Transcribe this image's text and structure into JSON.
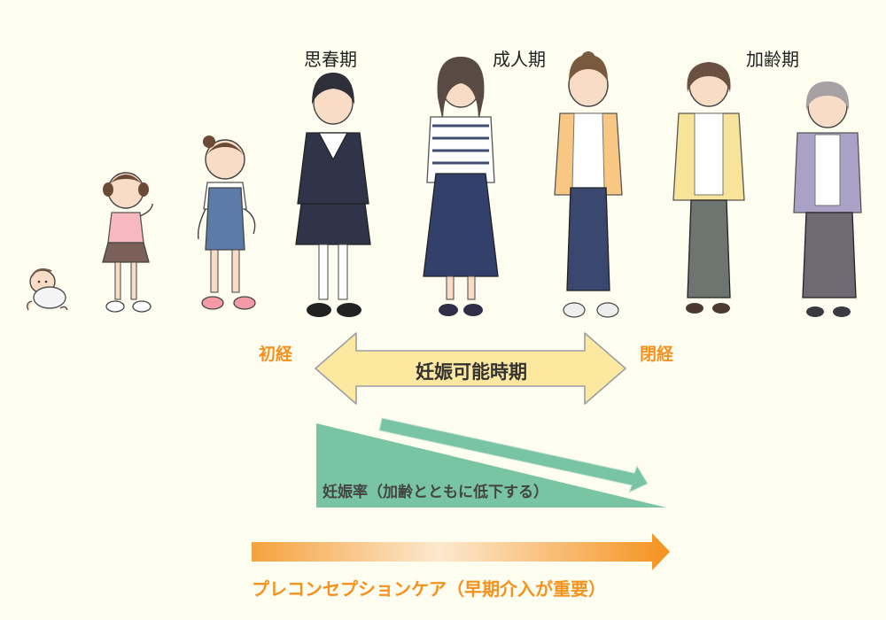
{
  "stage_labels": {
    "adolescence": "思春期",
    "adulthood": "成人期",
    "aging": "加齢期"
  },
  "markers": {
    "menarche": "初経",
    "menopause": "閉経"
  },
  "fertile_period_label": "妊娠可能時期",
  "pregnancy_rate_label": "妊娠率（加齢とともに低下する）",
  "preconception_label": "プレコンセプションケア（早期介入が重要）",
  "colors": {
    "background": "#fdfdf0",
    "orange_text": "#f5921e",
    "fertile_arrow_fill": "#fde8a0",
    "fertile_arrow_stroke": "#9aa0a6",
    "green": "#79c4a2",
    "orange_gradient_start": "#f5a23e",
    "orange_gradient_mid": "#fce9cf",
    "orange_gradient_end": "#f5921e"
  },
  "figures": [
    "baby-figure",
    "toddler-girl-figure",
    "child-girl-figure",
    "student-figure",
    "young-woman-figure",
    "adult-woman-figure",
    "middle-aged-woman-figure",
    "elderly-woman-figure"
  ]
}
